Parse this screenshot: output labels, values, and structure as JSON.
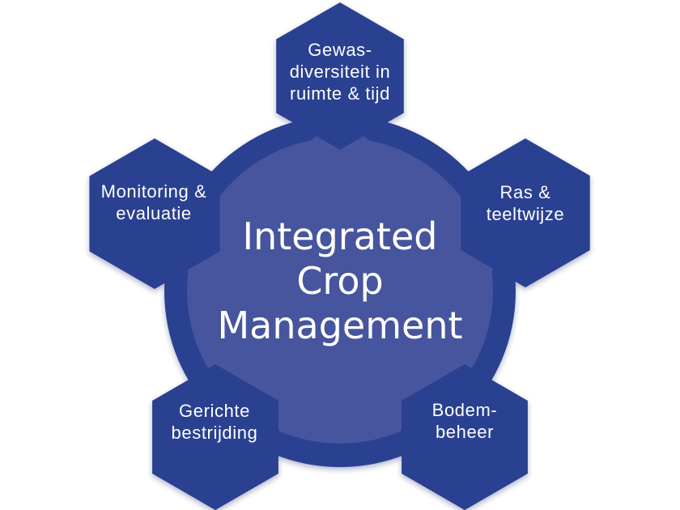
{
  "diagram": {
    "center": {
      "lines": [
        "Integrated",
        "Crop",
        "Management"
      ]
    },
    "nodes": [
      {
        "position": "top",
        "lines": [
          "Gewas-",
          "diversiteit in",
          "ruimte & tijd"
        ]
      },
      {
        "position": "left",
        "lines": [
          "Monitoring &",
          "evaluatie",
          ""
        ]
      },
      {
        "position": "right",
        "lines": [
          "Ras &",
          "teeltwijze",
          ""
        ]
      },
      {
        "position": "bottom-left",
        "lines": [
          "Gerichte",
          "bestrijding",
          ""
        ]
      },
      {
        "position": "bottom-right",
        "lines": [
          "Bodem-",
          "beheer",
          ""
        ]
      }
    ]
  },
  "colors": {
    "dark_blue": "#2c3f90",
    "light_blue": "#46559e",
    "text": "#ffffff",
    "background": "#ffffff"
  }
}
